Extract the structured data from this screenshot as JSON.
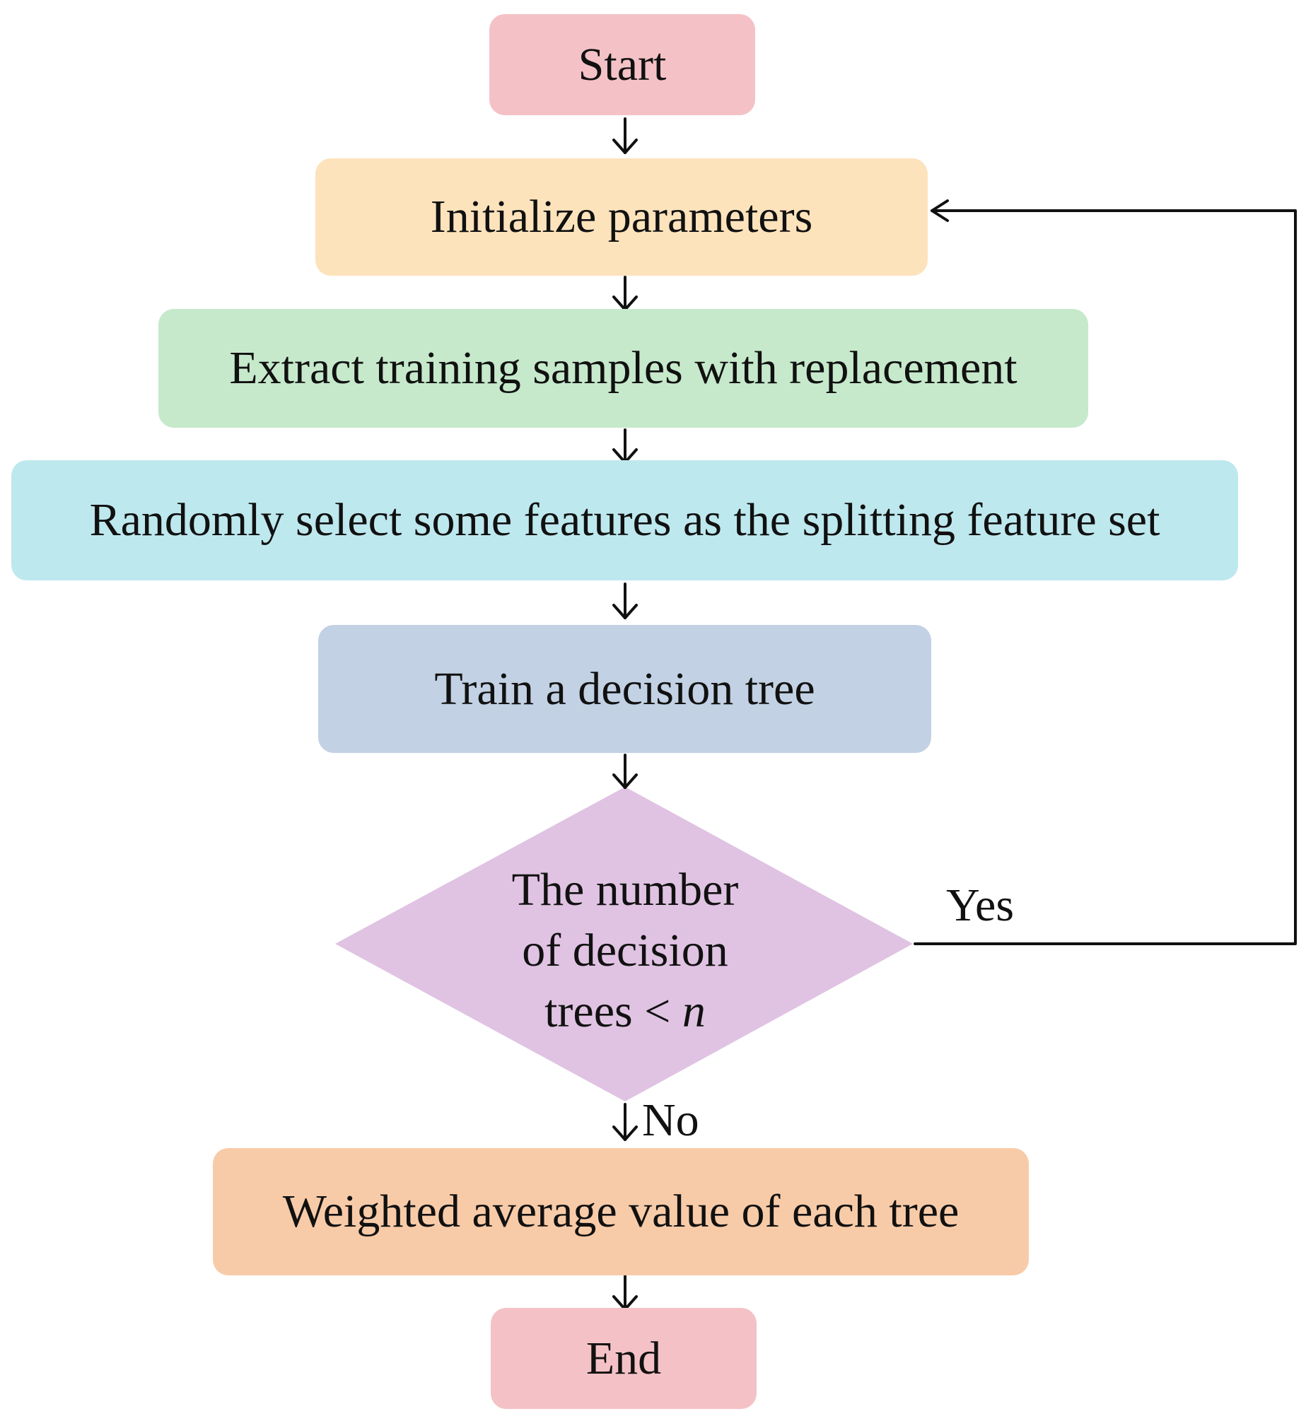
{
  "colors": {
    "start": "#F4C2C6",
    "init": "#FDE3BC",
    "extract": "#C6E9CB",
    "random": "#BDE8EE",
    "train": "#C2D1E3",
    "decision": "#E0C3E2",
    "weighted": "#F8CBA8",
    "end": "#F4C2C6",
    "connector": "#111111"
  },
  "nodes": {
    "start": "Start",
    "init": "Initialize parameters",
    "extract": "Extract training samples with replacement",
    "random": "Randomly select some features as the splitting feature set",
    "train": "Train a decision tree",
    "decision": {
      "line1": "The number",
      "line2": "of decision",
      "line3_prefix": "trees < ",
      "line3_var": "n"
    },
    "weighted": "Weighted average value of each tree",
    "end": "End"
  },
  "edges": {
    "yes_label": "Yes",
    "no_label": "No"
  }
}
